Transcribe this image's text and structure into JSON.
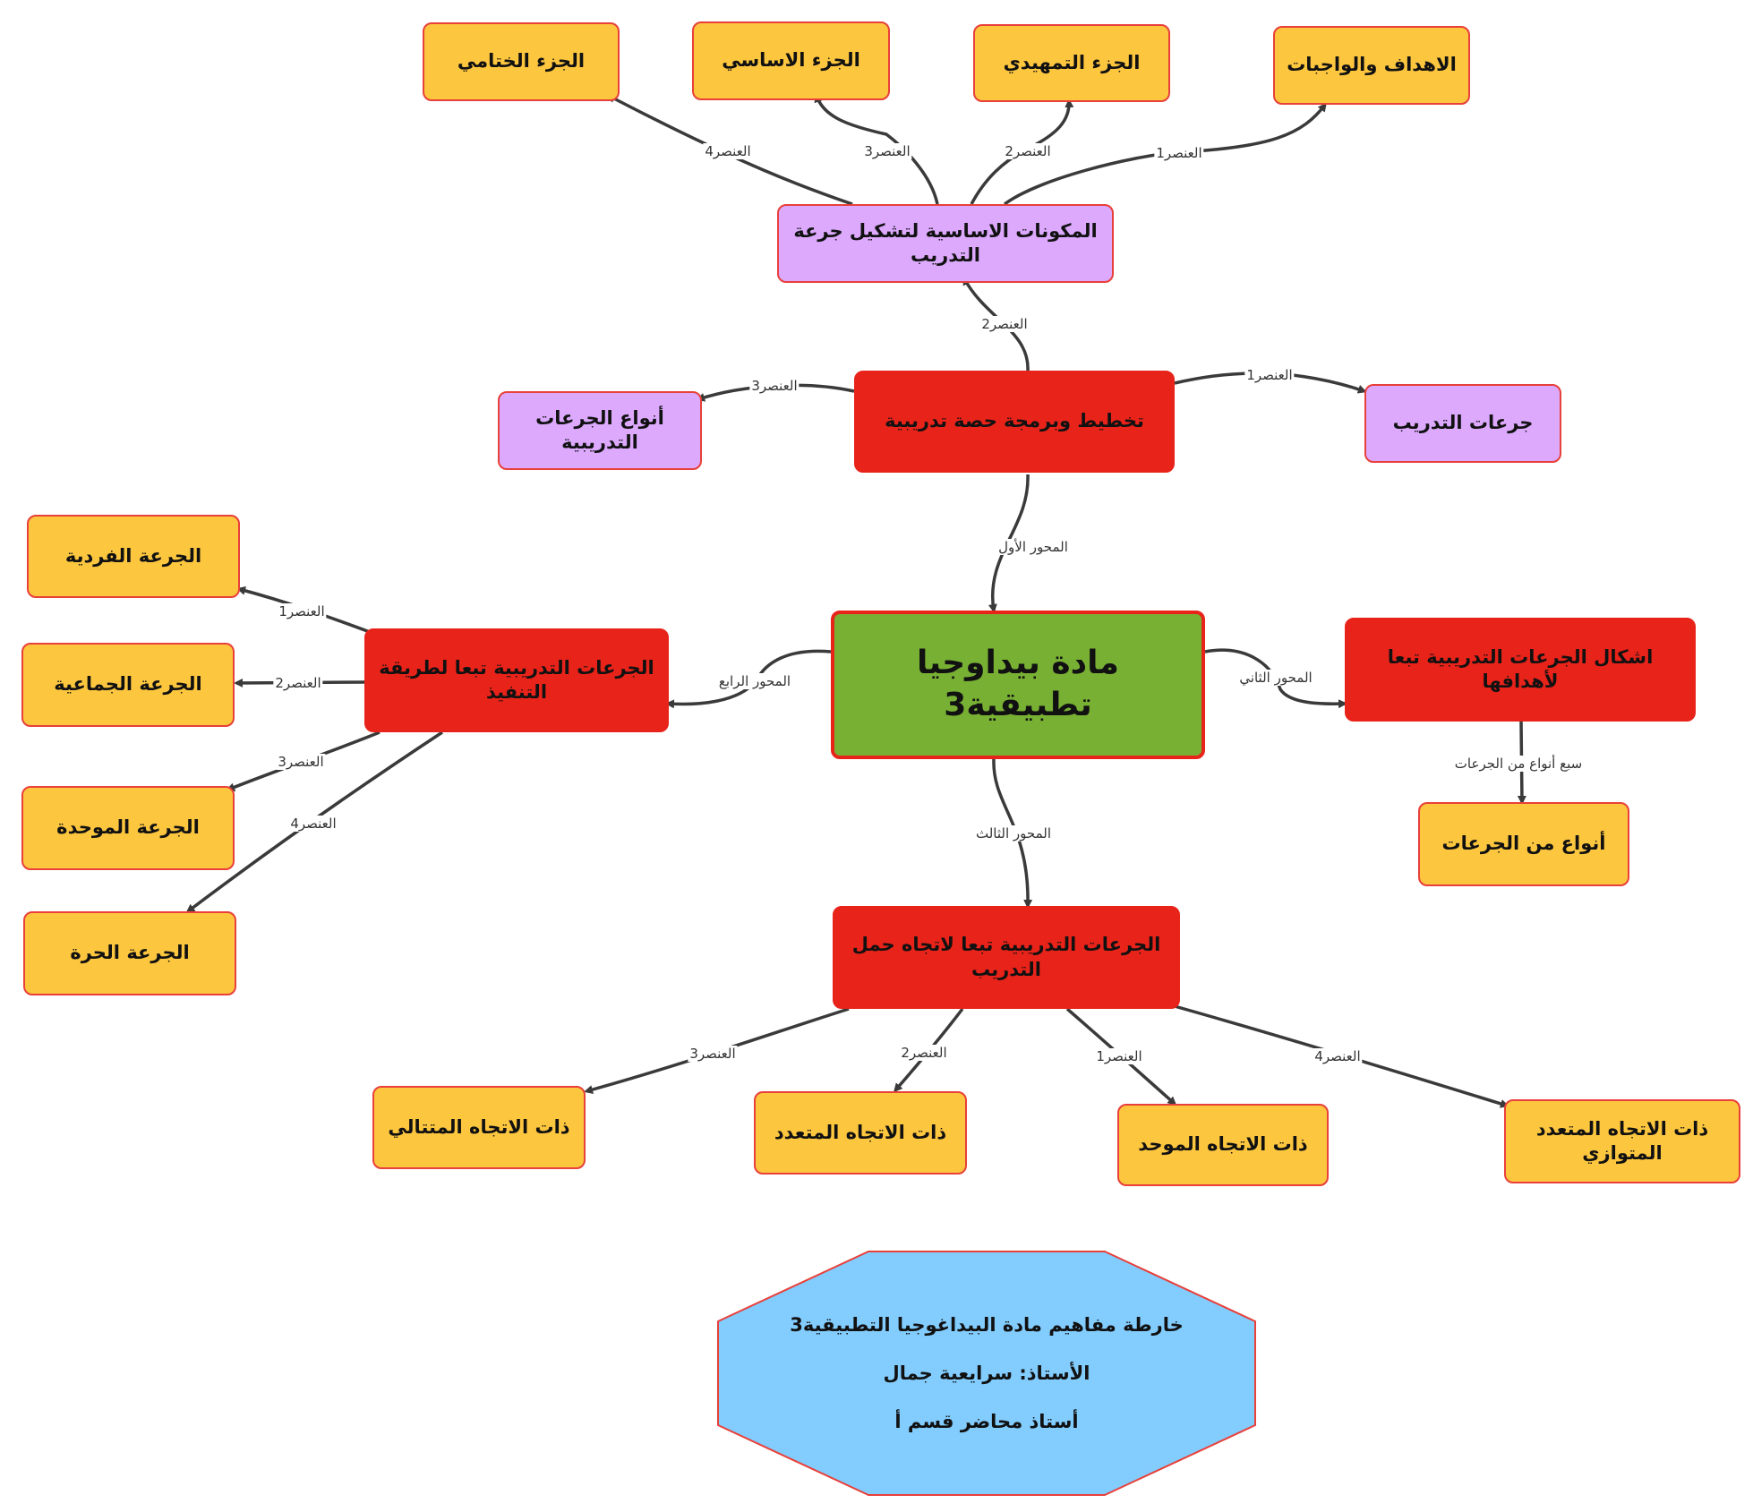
{
  "center": {
    "label": "مادة بيداوجيا تطبيقية3",
    "color": "#78b034"
  },
  "axes": {
    "axis1": {
      "label": "تخطيط وبرمجة حصة تدريبية",
      "edge_label": "المحور الأول"
    },
    "axis2": {
      "label": "اشكال الجرعات التدريبية تبعا لأهدافها",
      "edge_label": "المحور الثاني"
    },
    "axis3": {
      "label": "الجرعات التدريبية تبعا لاتجاه حمل التدريب",
      "edge_label": "المحور الثالث"
    },
    "axis4": {
      "label": "الجرعات التدريبية تبعا لطريقة التنفيذ",
      "edge_label": "المحور الرابع"
    }
  },
  "axis1_children": {
    "training_doses": {
      "label": "جرعات التدريب",
      "edge_label": "العنصر1"
    },
    "components": {
      "label": "المكونات الاساسية لتشكيل جرعة التدريب",
      "edge_label": "العنصر2"
    },
    "dose_types": {
      "label": "أنواع الجرعات التدريبية",
      "edge_label": "العنصر3"
    }
  },
  "components_children": {
    "goals": {
      "label": "الاهداف والواجبات",
      "edge_label": "العنصر1"
    },
    "intro": {
      "label": "الجزء التمهيدي",
      "edge_label": "العنصر2"
    },
    "main": {
      "label": "الجزء الاساسي",
      "edge_label": "العنصر3"
    },
    "final": {
      "label": "الجزء الختامي",
      "edge_label": "العنصر4"
    }
  },
  "axis2_children": {
    "types": {
      "label": "أنواع من الجرعات",
      "edge_label": "سبع أنواع من الجرعات"
    }
  },
  "axis3_children": {
    "unified": {
      "label": "ذات الاتجاه الموحد",
      "edge_label": "العنصر1"
    },
    "multi": {
      "label": "ذات الاتجاه المتعدد",
      "edge_label": "العنصر2"
    },
    "sequential": {
      "label": "ذات الاتجاه المتتالي",
      "edge_label": "العنصر3"
    },
    "parallel": {
      "label": "ذات الاتجاه المتعدد المتوازي",
      "edge_label": "العنصر4"
    }
  },
  "axis4_children": {
    "individual": {
      "label": "الجرعة الفردية",
      "edge_label": "العنصر1"
    },
    "group": {
      "label": "الجرعة الجماعية",
      "edge_label": "العنصر2"
    },
    "uniform": {
      "label": "الجرعة الموحدة",
      "edge_label": "العنصر3"
    },
    "free": {
      "label": "الجرعة الحرة",
      "edge_label": "العنصر4"
    }
  },
  "info": {
    "title": "خارطة مفاهيم مادة البيداغوجيا التطبيقية3",
    "teacher": "الأستاذ: سرايعية جمال",
    "rank": "أستاذ محاضر قسم أ"
  },
  "colors": {
    "leaf": "#fdc63f",
    "sub_branch": "#dca9fd",
    "branch": "#e8231a",
    "info_box": "#82ccfe",
    "border": "#e8403a",
    "arrow": "#3a3a3a"
  }
}
